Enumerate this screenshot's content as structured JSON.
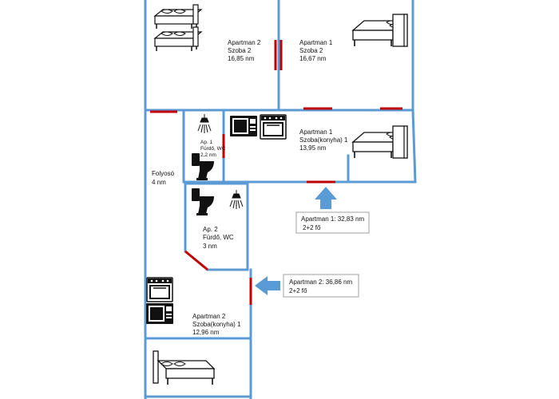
{
  "rooms": {
    "ap2_room2": {
      "line1": "Apartman 2",
      "line2": "Szoba 2",
      "line3": "16,85 nm"
    },
    "ap1_room2": {
      "line1": "Apartman 1",
      "line2": "Szoba 2",
      "line3": "16,67 nm"
    },
    "ap1_bath": {
      "line1": "Ap. 1",
      "line2": "Fürdő, WC",
      "line3": "2,2 nm"
    },
    "ap1_kitchen": {
      "line1": "Apartman 1",
      "line2": "Szoba(konyha) 1",
      "line3": "13,95 nm"
    },
    "hall": {
      "line1": "Folyosó",
      "line2": "4 nm"
    },
    "ap2_bath": {
      "line1": "Ap. 2",
      "line2": "Fürdő, WC",
      "line3": "3 nm"
    },
    "ap2_kitchen": {
      "line1": "Apartman 2",
      "line2": "Szoba(konyha) 1",
      "line3": "12,96 nm"
    }
  },
  "callouts": {
    "ap1": {
      "line1": "Apartman 1: 32,83 nm",
      "line2": "2+2 fő"
    },
    "ap2": {
      "line1": "Apartman 2: 36,86 nm",
      "line2": "2+2 fő"
    }
  },
  "colors": {
    "wall": "#5b9bd5",
    "door": "#c00000",
    "arrow": "#5b9bd5",
    "icon": "#111111"
  }
}
